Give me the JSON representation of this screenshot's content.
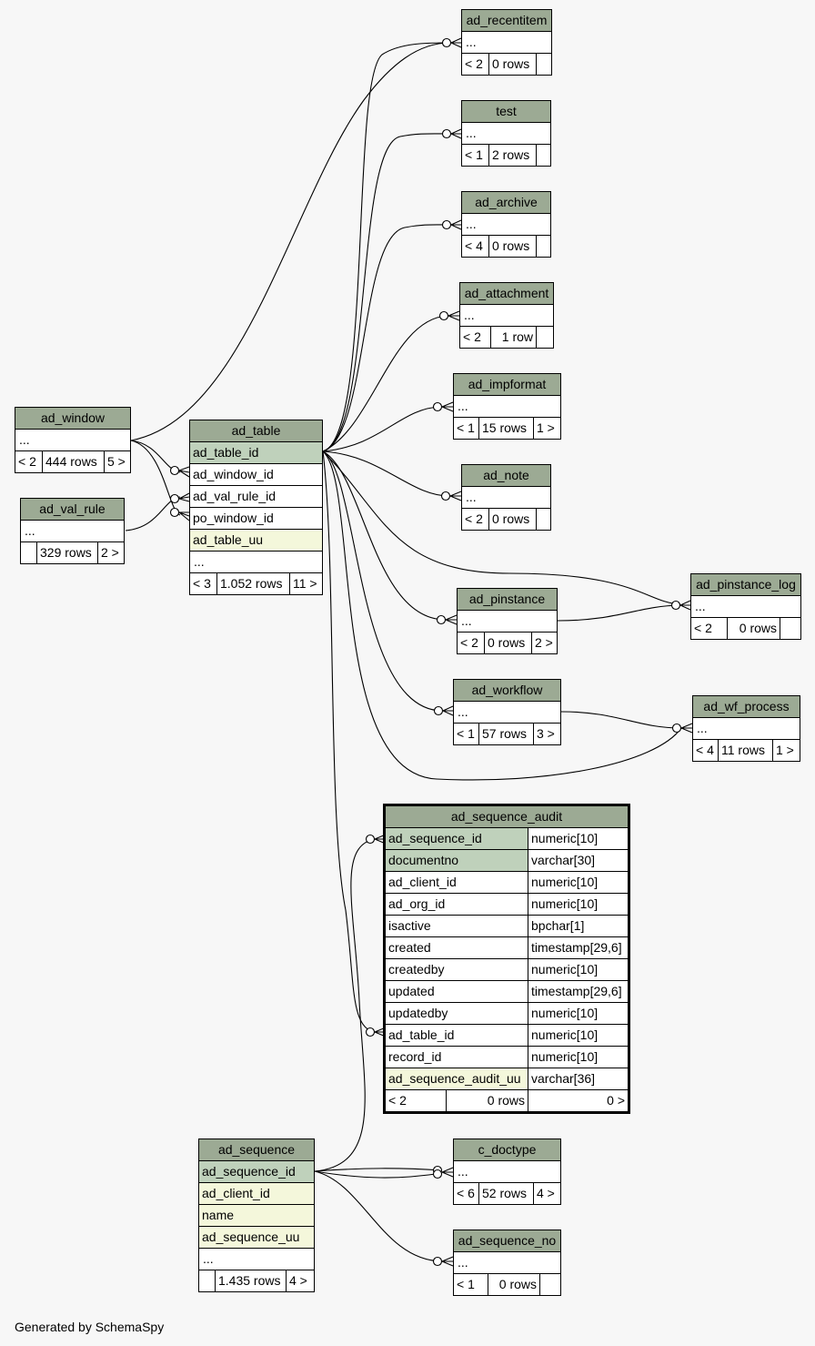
{
  "footer": "Generated by SchemaSpy",
  "tables": {
    "ad_recentitem": {
      "name": "ad_recentitem",
      "dots": "...",
      "parents": "< 2",
      "rows": "0 rows",
      "children": ""
    },
    "test": {
      "name": "test",
      "dots": "...",
      "parents": "< 1",
      "rows": "2 rows",
      "children": ""
    },
    "ad_archive": {
      "name": "ad_archive",
      "dots": "...",
      "parents": "< 4",
      "rows": "0 rows",
      "children": ""
    },
    "ad_attachment": {
      "name": "ad_attachment",
      "dots": "...",
      "parents": "< 2",
      "rows": "1 row",
      "children": ""
    },
    "ad_impformat": {
      "name": "ad_impformat",
      "dots": "...",
      "parents": "< 1",
      "rows": "15 rows",
      "children": "1 >"
    },
    "ad_note": {
      "name": "ad_note",
      "dots": "...",
      "parents": "< 2",
      "rows": "0 rows",
      "children": ""
    },
    "ad_window": {
      "name": "ad_window",
      "dots": "...",
      "parents": "< 2",
      "rows": "444 rows",
      "children": "5 >"
    },
    "ad_val_rule": {
      "name": "ad_val_rule",
      "dots": "...",
      "parents": "",
      "rows": "329 rows",
      "children": "2 >"
    },
    "ad_table": {
      "name": "ad_table",
      "columns": [
        "ad_table_id",
        "ad_window_id",
        "ad_val_rule_id",
        "po_window_id",
        "ad_table_uu"
      ],
      "dots": "...",
      "parents": "< 3",
      "rows": "1.052 rows",
      "children": "11 >"
    },
    "ad_pinstance_log": {
      "name": "ad_pinstance_log",
      "dots": "...",
      "parents": "< 2",
      "rows": "0 rows",
      "children": ""
    },
    "ad_pinstance": {
      "name": "ad_pinstance",
      "dots": "...",
      "parents": "< 2",
      "rows": "0 rows",
      "children": "2 >"
    },
    "ad_workflow": {
      "name": "ad_workflow",
      "dots": "...",
      "parents": "< 1",
      "rows": "57 rows",
      "children": "3 >"
    },
    "ad_wf_process": {
      "name": "ad_wf_process",
      "dots": "...",
      "parents": "< 4",
      "rows": "11 rows",
      "children": "1 >"
    },
    "ad_sequence_audit": {
      "name": "ad_sequence_audit",
      "columns": [
        {
          "name": "ad_sequence_id",
          "type": "numeric[10]"
        },
        {
          "name": "documentno",
          "type": "varchar[30]"
        },
        {
          "name": "ad_client_id",
          "type": "numeric[10]"
        },
        {
          "name": "ad_org_id",
          "type": "numeric[10]"
        },
        {
          "name": "isactive",
          "type": "bpchar[1]"
        },
        {
          "name": "created",
          "type": "timestamp[29,6]"
        },
        {
          "name": "createdby",
          "type": "numeric[10]"
        },
        {
          "name": "updated",
          "type": "timestamp[29,6]"
        },
        {
          "name": "updatedby",
          "type": "numeric[10]"
        },
        {
          "name": "ad_table_id",
          "type": "numeric[10]"
        },
        {
          "name": "record_id",
          "type": "numeric[10]"
        },
        {
          "name": "ad_sequence_audit_uu",
          "type": "varchar[36]"
        }
      ],
      "parents": "< 2",
      "rows": "0 rows",
      "children": "0 >"
    },
    "ad_sequence": {
      "name": "ad_sequence",
      "columns": [
        "ad_sequence_id",
        "ad_client_id",
        "name",
        "ad_sequence_uu"
      ],
      "dots": "...",
      "parents": "",
      "rows": "1.435 rows",
      "children": "4 >"
    },
    "c_doctype": {
      "name": "c_doctype",
      "dots": "...",
      "parents": "< 6",
      "rows": "52 rows",
      "children": "4 >"
    },
    "ad_sequence_no": {
      "name": "ad_sequence_no",
      "dots": "...",
      "parents": "< 1",
      "rows": "0 rows",
      "children": ""
    }
  }
}
